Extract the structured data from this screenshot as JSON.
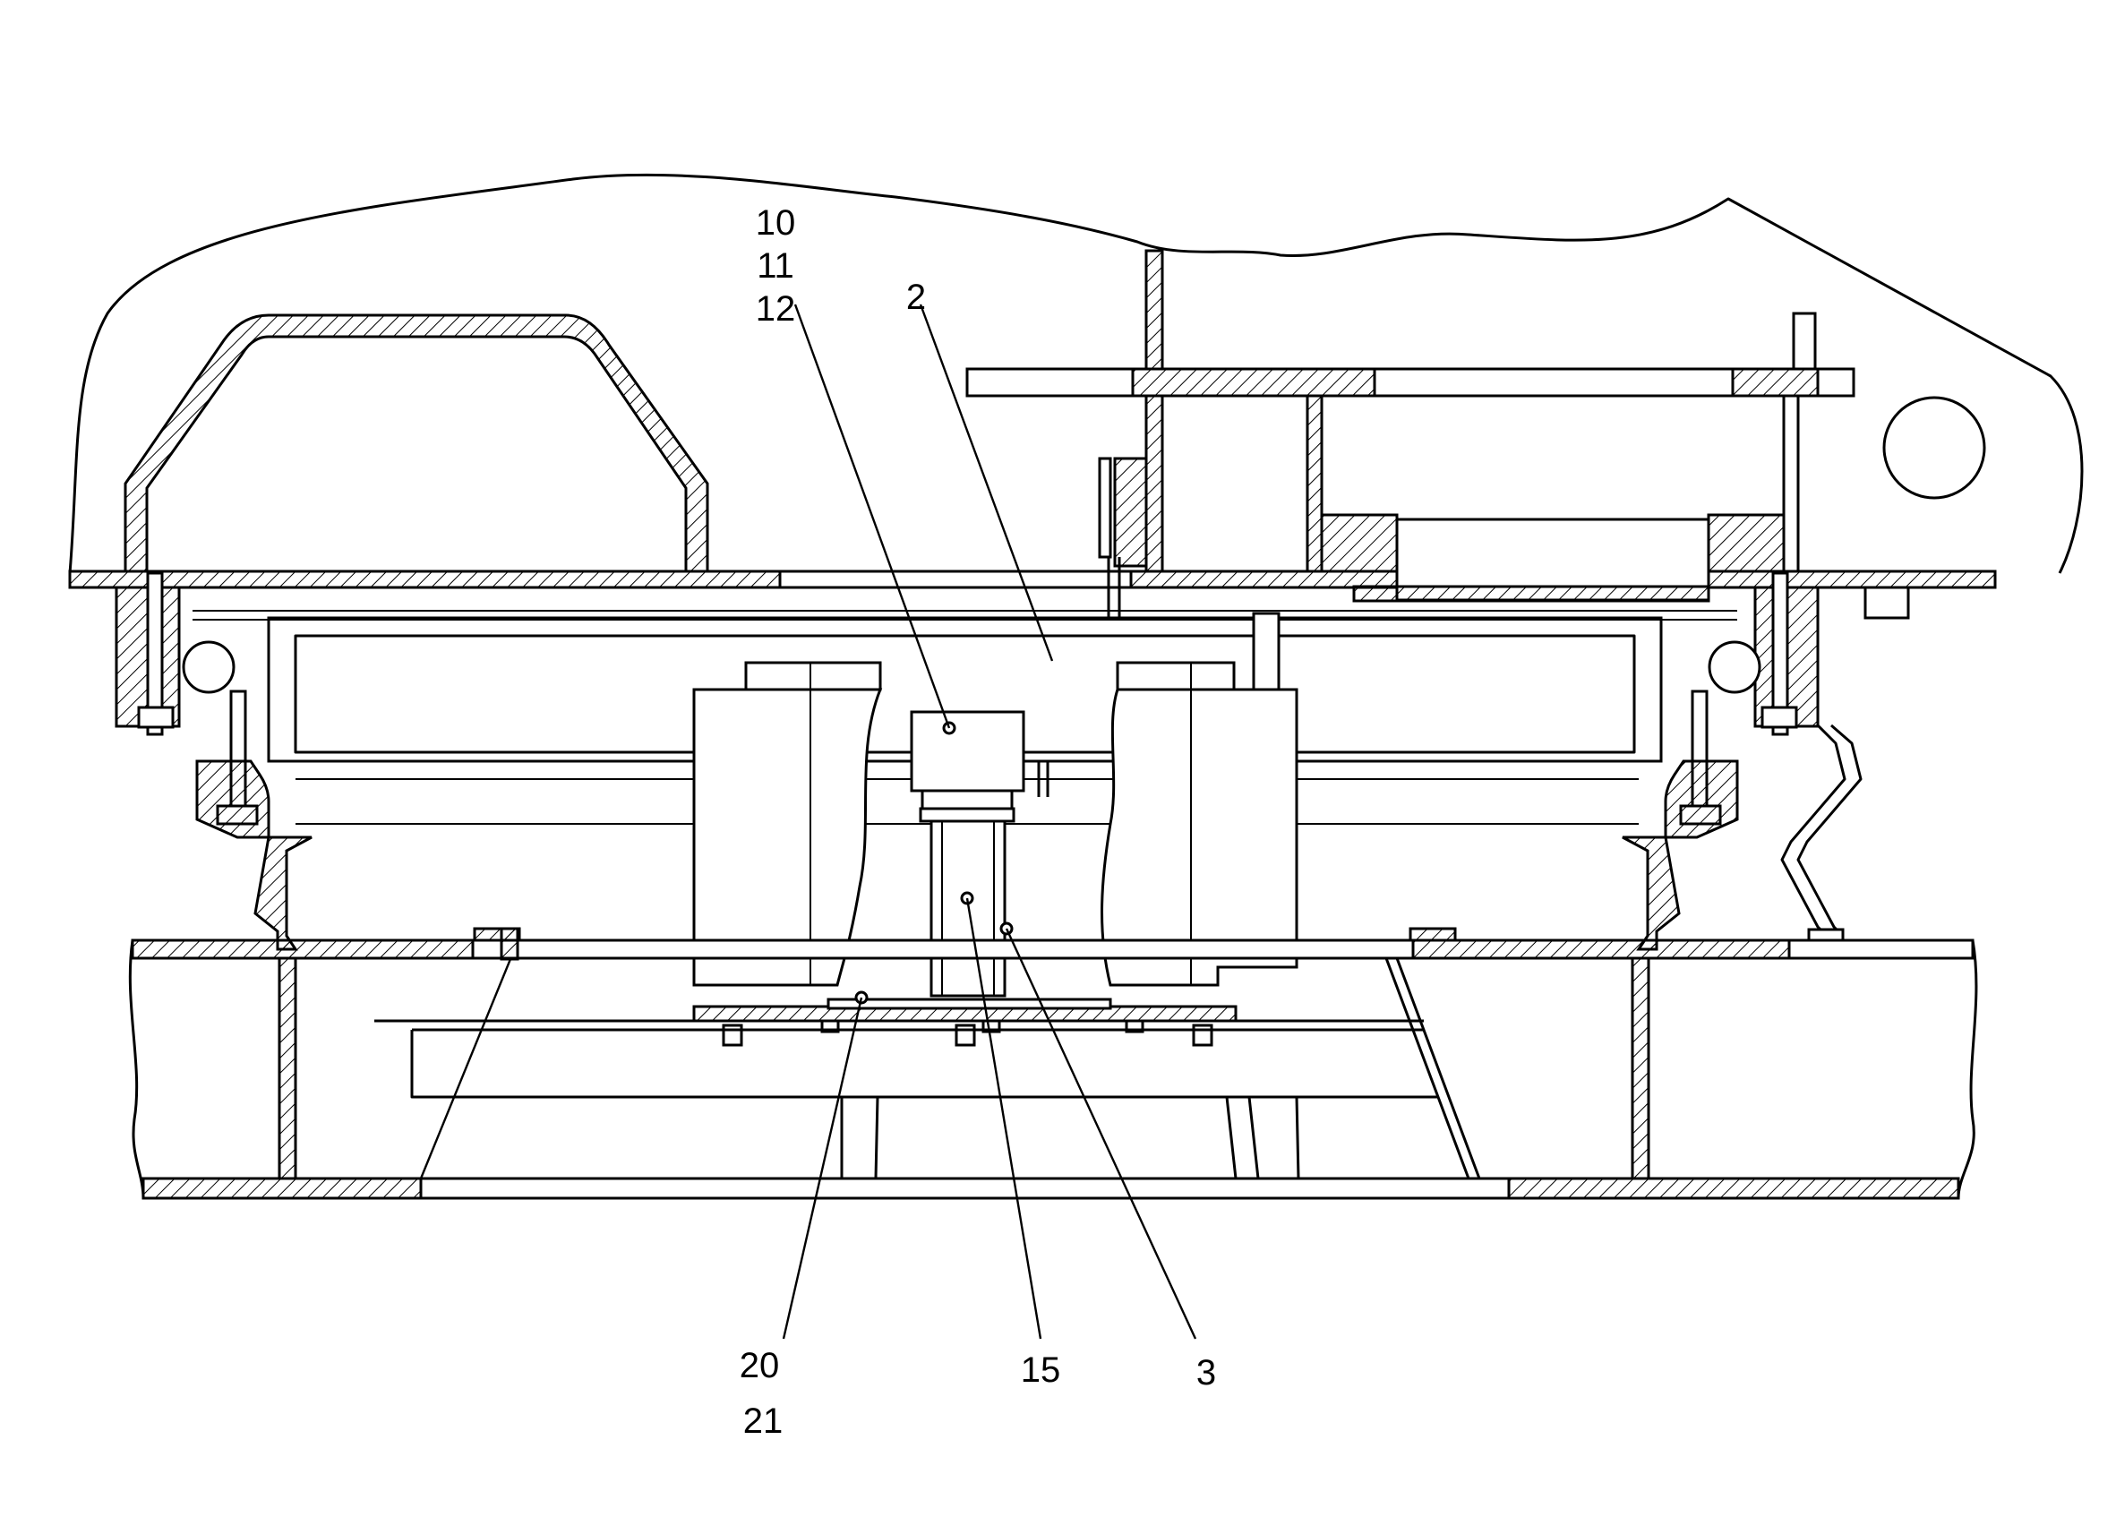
{
  "labels": {
    "ref_10": "10",
    "ref_11": "11",
    "ref_12": "12",
    "ref_2": "2",
    "ref_20": "20",
    "ref_21": "21",
    "ref_15": "15",
    "ref_3": "3"
  }
}
